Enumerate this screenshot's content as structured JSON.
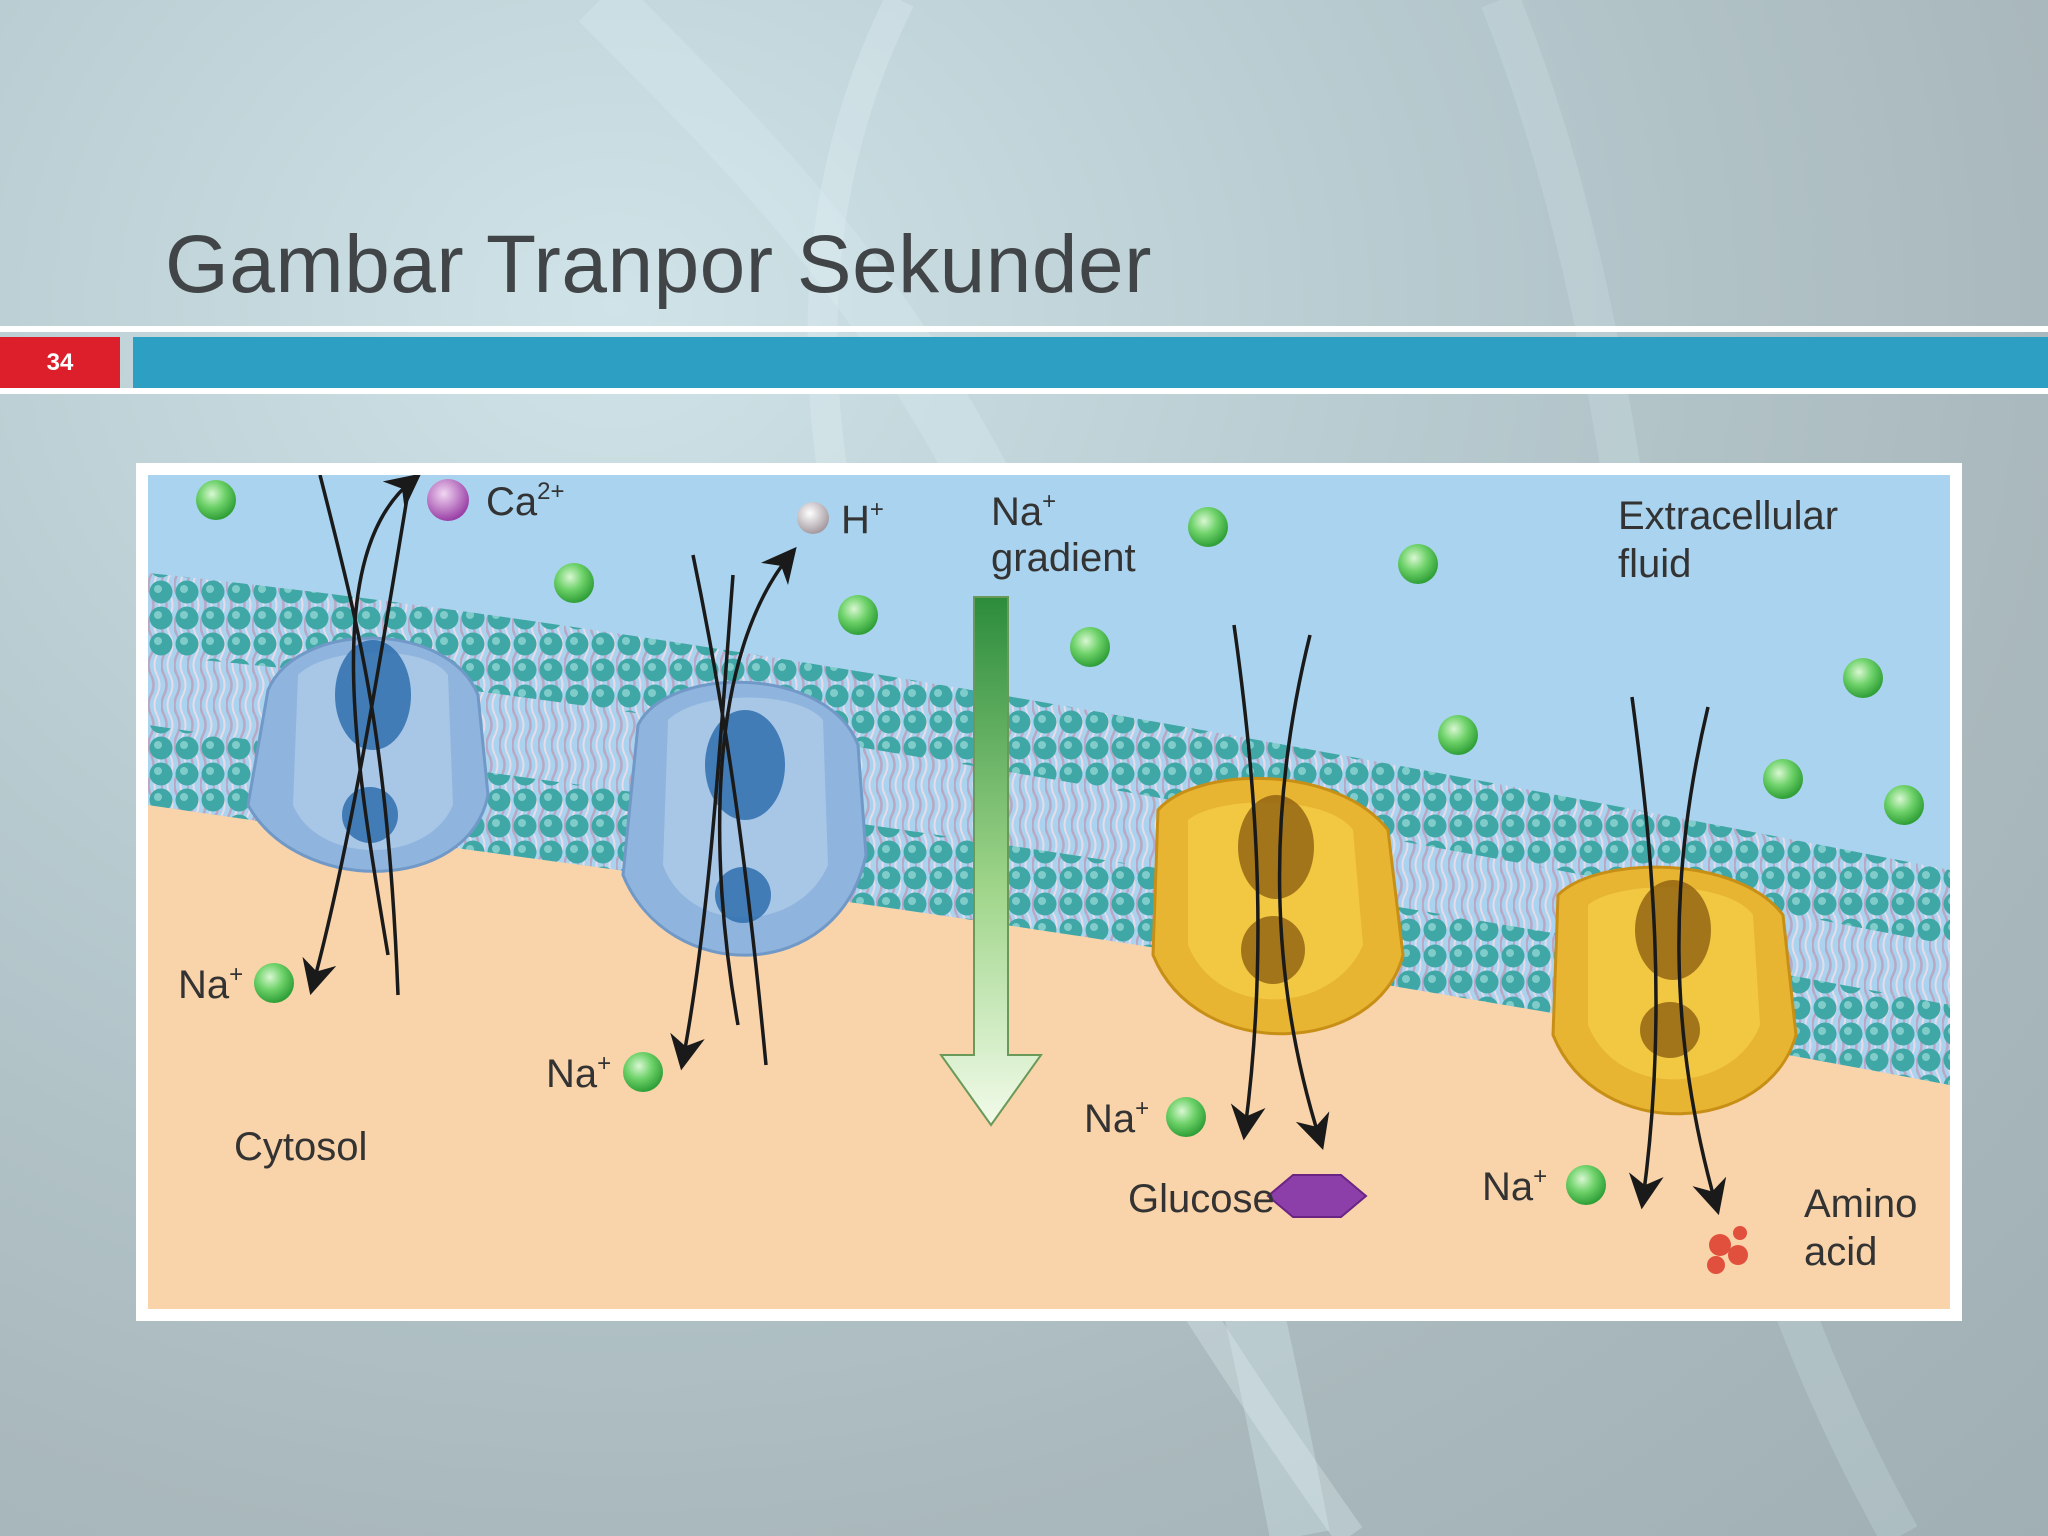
{
  "slide": {
    "title": "Gambar Tranpor Sekunder",
    "number": "34"
  },
  "colors": {
    "accent_bar": "#2d9fc2",
    "slide_number_box": "#dc1f2b",
    "extracellular": "#a9d3ee",
    "cytosol": "#f9d3a9",
    "lipid_head": "#3fa7a6",
    "antiporter_protein": "#8fb4dd",
    "symporter_protein": "#e7b531",
    "sodium_ion": "#6fd26a"
  },
  "diagram": {
    "labels": {
      "ca": "Ca",
      "ca_sup": "2+",
      "h": "H",
      "h_sup": "+",
      "na_gradient_line1": "Na",
      "na_gradient_sup": "+",
      "na_gradient_line2": "gradient",
      "extracellular_line1": "Extracellular",
      "extracellular_line2": "fluid",
      "cytosol": "Cytosol",
      "na": "Na",
      "na_sup": "+",
      "glucose": "Glucose",
      "amino_line1": "Amino",
      "amino_line2": "acid"
    }
  }
}
